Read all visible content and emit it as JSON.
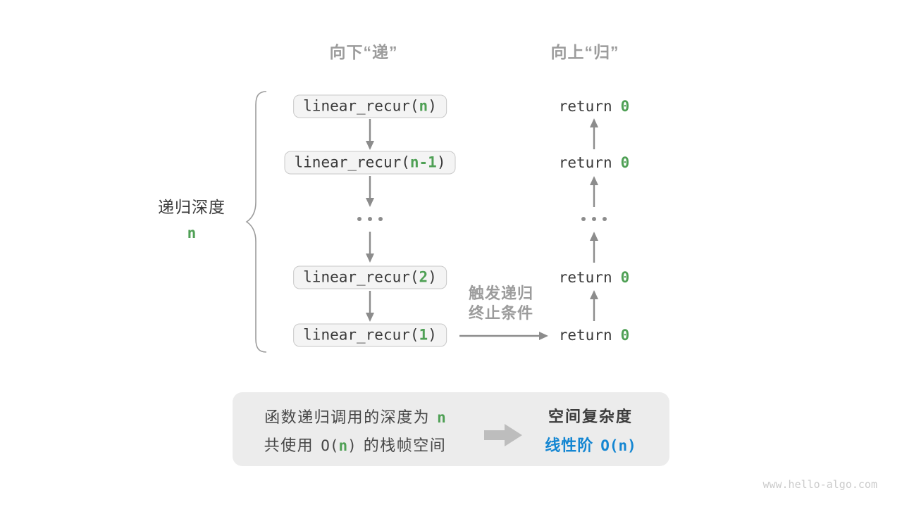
{
  "colors": {
    "green": "#4FA055",
    "blue": "#1486D2",
    "graylabel": "#9C9C9C",
    "dark": "#3A3A3A",
    "arrow": "#8C8C8C",
    "boxfill": "#F4F4F4",
    "boxborder": "#C9C9C9",
    "summarybg": "#ECECEC",
    "blockarrow": "#BDBDBD",
    "watermark": "#CBCBCB"
  },
  "column_headers": {
    "descend": "向下“递”",
    "ascend": "向上“归”"
  },
  "depth_brace": {
    "label": "递归深度",
    "value": "n"
  },
  "call_stack": {
    "boxes": [
      {
        "pre": "linear_recur(",
        "val": "n",
        "post": ")"
      },
      {
        "pre": "linear_recur(",
        "val": "n-1",
        "post": ")"
      },
      {
        "pre": "linear_recur(",
        "val": "2",
        "post": ")"
      },
      {
        "pre": "linear_recur(",
        "val": "1",
        "post": ")"
      }
    ],
    "ellipsis": "..."
  },
  "returns": {
    "items": [
      {
        "pre": "return",
        "val": "0"
      },
      {
        "pre": "return",
        "val": "0"
      },
      {
        "pre": "return",
        "val": "0"
      },
      {
        "pre": "return",
        "val": "0"
      }
    ],
    "ellipsis": "..."
  },
  "trigger": {
    "line1": "触发递归",
    "line2": "终止条件"
  },
  "summary": {
    "depth_line": {
      "pre": "函数递归调用的深度为",
      "val": "n"
    },
    "space_line": {
      "pre": "共使用",
      "code_open": "O(",
      "val": "n",
      "code_close": ")",
      "post": "的栈帧空间"
    },
    "result_title": "空间复杂度",
    "result_pre": "线性阶",
    "result_code": "O(n)"
  },
  "watermark": "www.hello-algo.com"
}
